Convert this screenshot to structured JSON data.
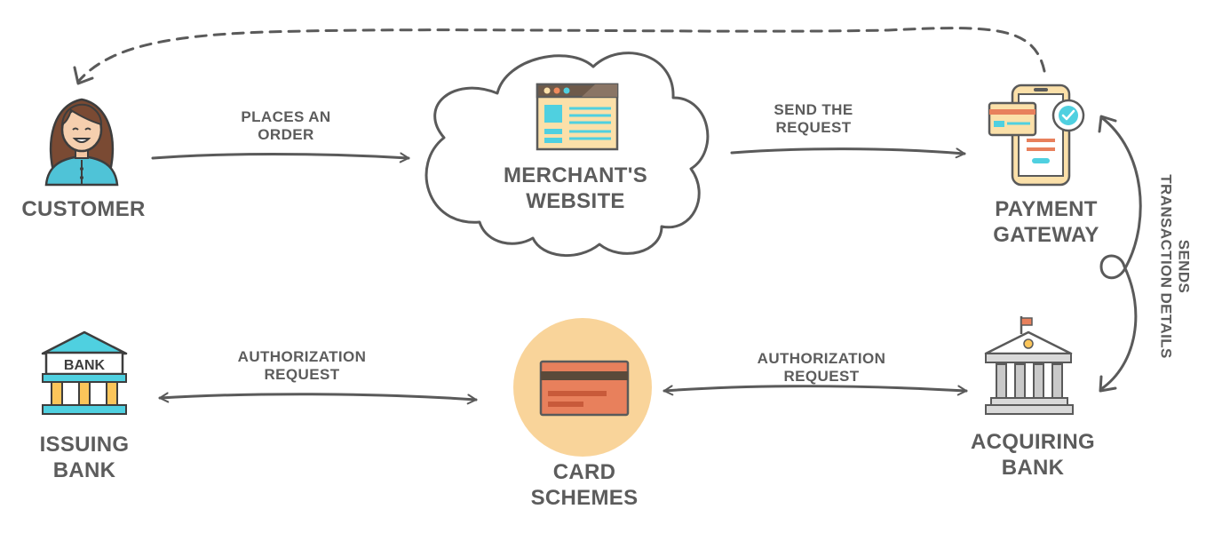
{
  "nodes": {
    "customer": {
      "line1": "CUSTOMER"
    },
    "merchant": {
      "line1": "MERCHANT'S",
      "line2": "WEBSITE"
    },
    "gateway": {
      "line1": "PAYMENT",
      "line2": "GATEWAY"
    },
    "issuing": {
      "line1": "ISSUING",
      "line2": "BANK"
    },
    "card": {
      "line1": "CARD",
      "line2": "SCHEMES"
    },
    "acquiring": {
      "line1": "ACQUIRING",
      "line2": "BANK"
    }
  },
  "edges": {
    "places_order": {
      "line1": "PLACES AN",
      "line2": "ORDER"
    },
    "send_request": {
      "line1": "SEND THE",
      "line2": "REQUEST"
    },
    "sends_details": {
      "line1": "SENDS",
      "line2": "TRANSACTION DETAILS"
    },
    "auth_left": {
      "line1": "AUTHORIZATION",
      "line2": "REQUEST"
    },
    "auth_right": {
      "line1": "AUTHORIZATION",
      "line2": "REQUEST"
    }
  },
  "icons": {
    "bank_sign": "BANK"
  },
  "colors": {
    "text": "#5c5c5c",
    "arrow": "#5a5a5a",
    "card_circle": "#f9d49a",
    "card_fill": "#e8805c",
    "teal": "#4fd0e0",
    "beige": "#fbe0a9"
  }
}
